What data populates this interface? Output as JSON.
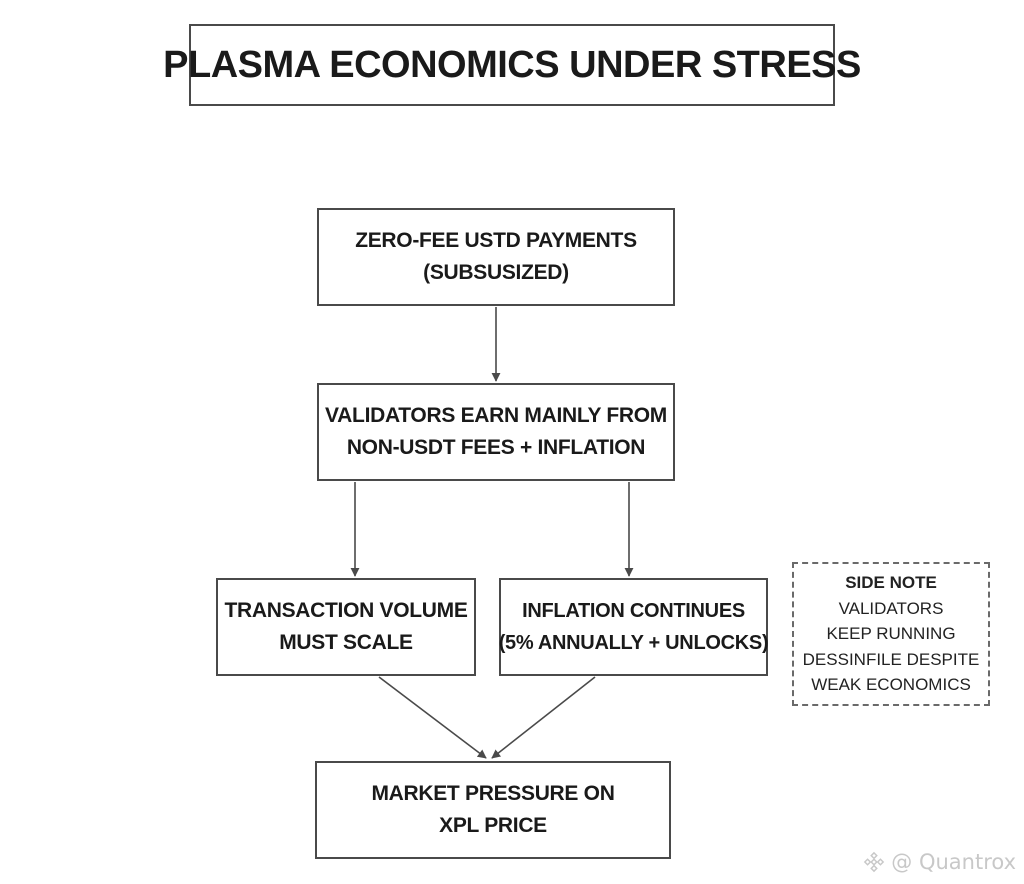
{
  "title": "PLASMA ECONOMICS UNDER STRESS",
  "nodes": {
    "zero_fee": {
      "lines": [
        "ZERO-FEE USTD PAYMENTS",
        "(SUBSUSIZED)"
      ]
    },
    "validators": {
      "lines": [
        "VALIDATORS EARN MAINLY FROM",
        "NON-USDT FEES + INFLATION"
      ]
    },
    "volume": {
      "lines": [
        "TRANSACTION VOLUME",
        "MUST SCALE"
      ]
    },
    "inflation": {
      "lines": [
        "INFLATION CONTINUES",
        "(5% ANNUALLY + UNLOCKS)"
      ]
    },
    "market": {
      "lines": [
        "MARKET PRESSURE ON",
        "XPL PRICE"
      ]
    }
  },
  "side_note": {
    "heading": "SIDE NOTE",
    "lines": [
      "VALIDATORS",
      "KEEP RUNNING",
      "DESSINFILE DESPITE",
      "WEAK ECONOMICS"
    ]
  },
  "watermark": {
    "icon": "binance-diamond-icon",
    "text": "@ Quantrox"
  },
  "colors": {
    "stroke": "#4a4a4a",
    "text": "#1a1a1a",
    "watermark": "#c8c8c8"
  }
}
